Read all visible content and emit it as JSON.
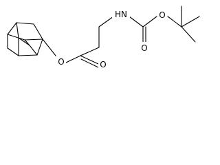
{
  "molecule": {
    "atoms": {
      "ester_oxygen": "O",
      "ester_carbonyl_oxygen": "O",
      "amide_nitrogen_label": "HN",
      "carbamate_carbonyl_oxygen": "O",
      "carbamate_ether_oxygen": "O"
    },
    "colors": {
      "bond": "#000000",
      "label": "#000000",
      "background": "#ffffff"
    }
  }
}
